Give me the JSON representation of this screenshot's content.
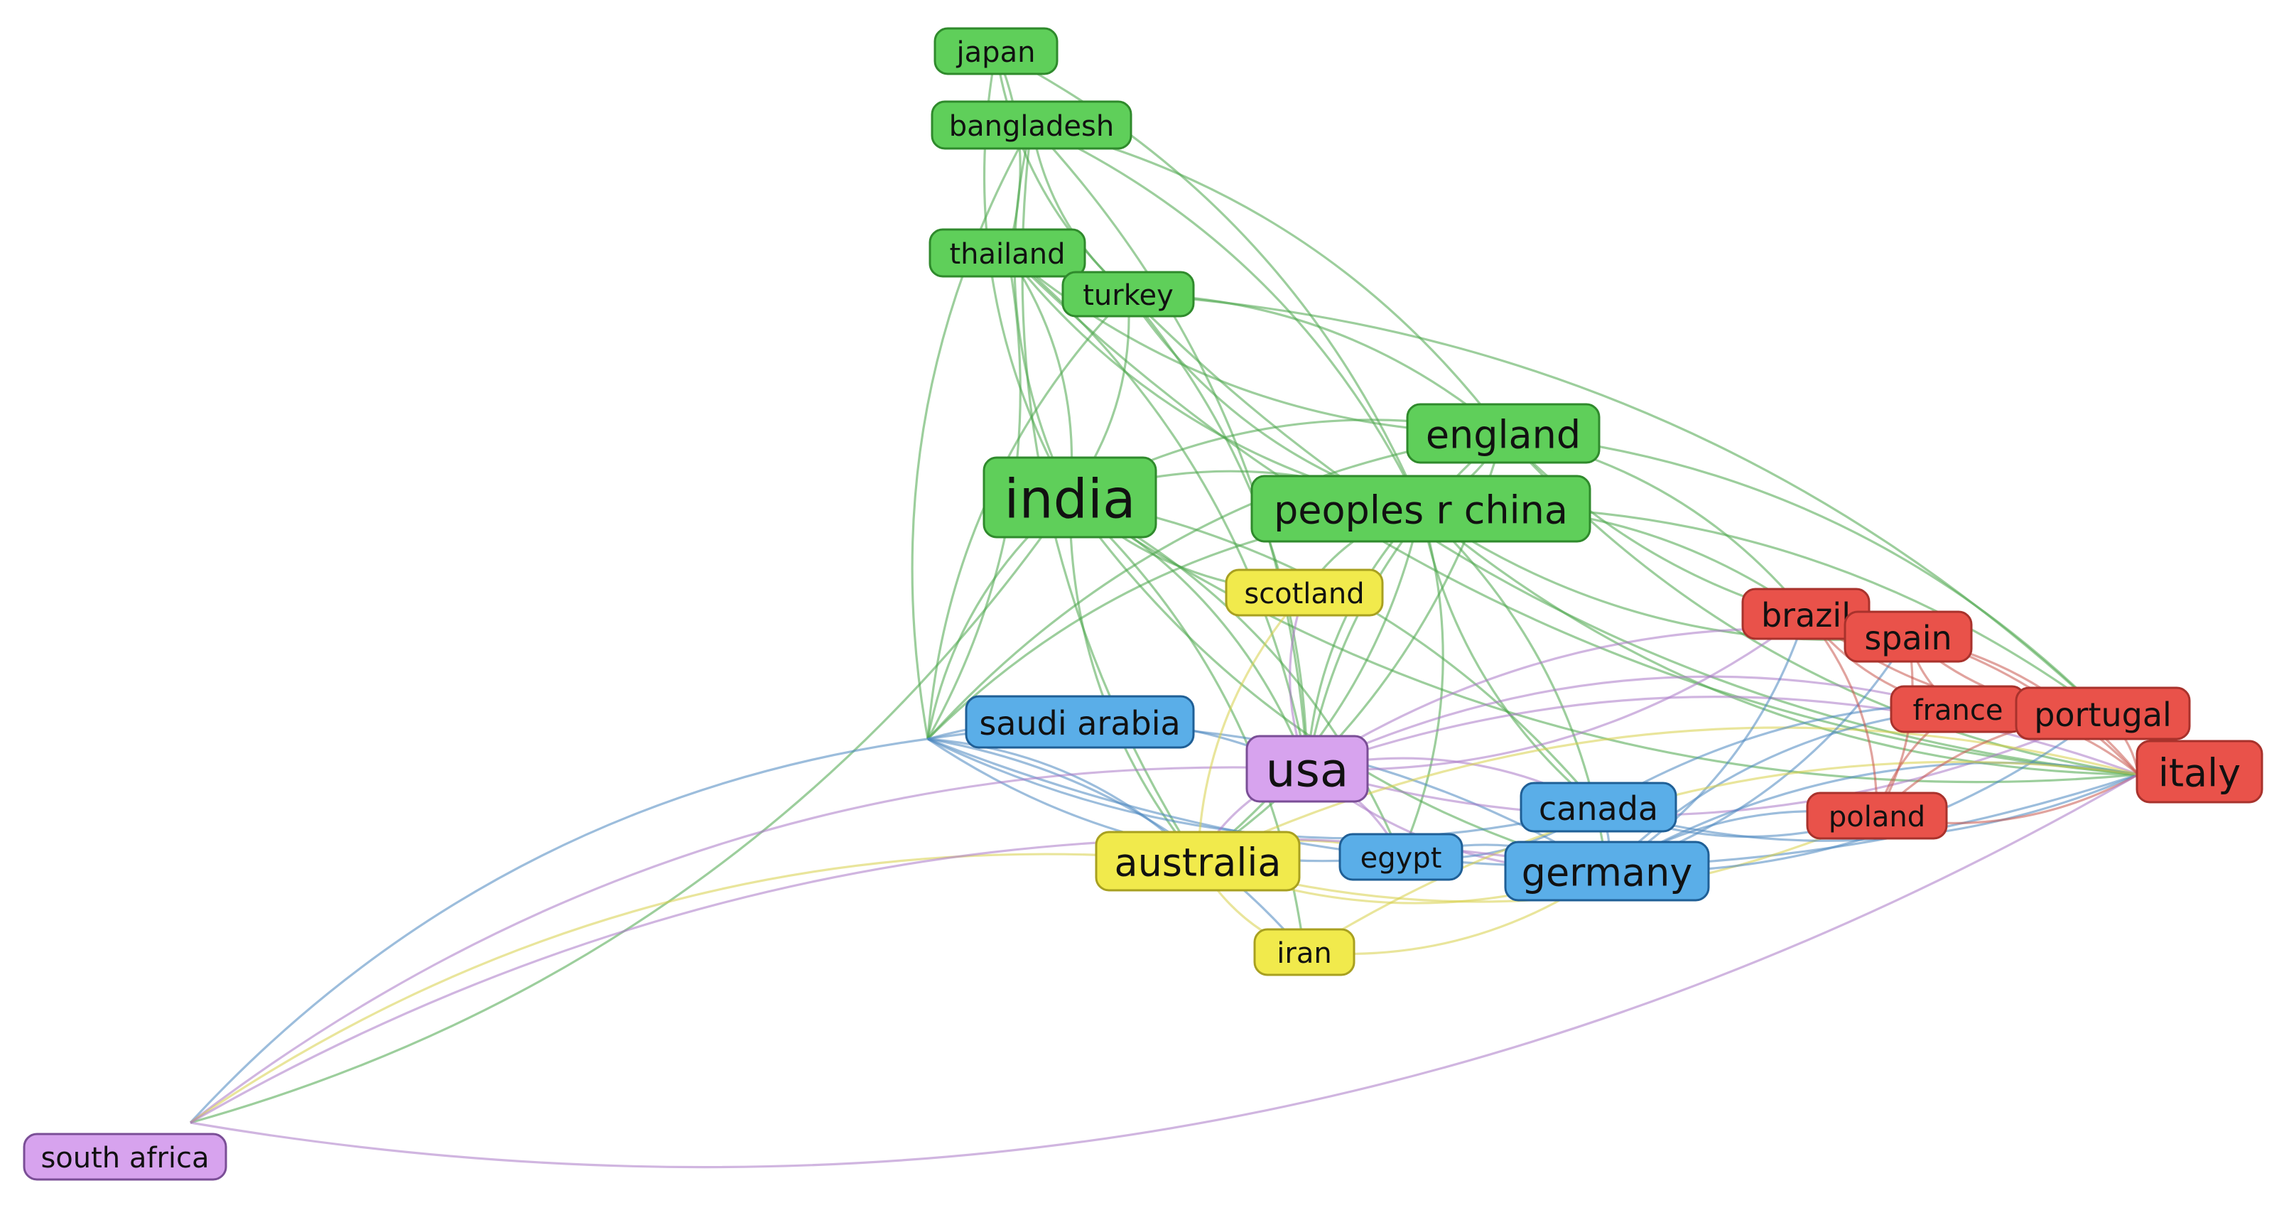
{
  "clusters": {
    "1": {
      "fill": "#e9524a",
      "stroke": "#a8322c",
      "edge": "#c9584f"
    },
    "2": {
      "fill": "#5fcf5a",
      "stroke": "#2f8a2c",
      "edge": "#4aa64a"
    },
    "3": {
      "fill": "#f1ea4c",
      "stroke": "#a8a020",
      "edge": "#d7cf48"
    },
    "4": {
      "fill": "#5aaee8",
      "stroke": "#1f5f96",
      "edge": "#4a86bf"
    },
    "5": {
      "fill": "#d7a3ee",
      "stroke": "#7a4e96",
      "edge": "#a978c6"
    }
  },
  "nodes": [
    {
      "id": "japan",
      "label": "japan",
      "cluster": "2",
      "weight": 1
    },
    {
      "id": "bangladesh",
      "label": "bangladesh",
      "cluster": "2",
      "weight": 1
    },
    {
      "id": "thailand",
      "label": "thailand",
      "cluster": "2",
      "weight": 1
    },
    {
      "id": "turkey",
      "label": "turkey",
      "cluster": "2",
      "weight": 1
    },
    {
      "id": "england",
      "label": "england",
      "cluster": "2",
      "weight": 3
    },
    {
      "id": "india",
      "label": "india",
      "cluster": "2",
      "weight": 5
    },
    {
      "id": "china",
      "label": "peoples r china",
      "cluster": "2",
      "weight": 3
    },
    {
      "id": "scotland",
      "label": "scotland",
      "cluster": "3",
      "weight": 1
    },
    {
      "id": "saudi",
      "label": "saudi arabia",
      "cluster": "4",
      "weight": 2
    },
    {
      "id": "usa",
      "label": "usa",
      "cluster": "5",
      "weight": 4
    },
    {
      "id": "australia",
      "label": "australia",
      "cluster": "3",
      "weight": 3
    },
    {
      "id": "egypt",
      "label": "egypt",
      "cluster": "4",
      "weight": 1
    },
    {
      "id": "canada",
      "label": "canada",
      "cluster": "4",
      "weight": 2
    },
    {
      "id": "germany",
      "label": "germany",
      "cluster": "4",
      "weight": 3
    },
    {
      "id": "iran",
      "label": "iran",
      "cluster": "3",
      "weight": 1
    },
    {
      "id": "brazil",
      "label": "brazil",
      "cluster": "1",
      "weight": 2
    },
    {
      "id": "spain",
      "label": "spain",
      "cluster": "1",
      "weight": 2
    },
    {
      "id": "france",
      "label": "france",
      "cluster": "1",
      "weight": 1
    },
    {
      "id": "portugal",
      "label": "portugal",
      "cluster": "1",
      "weight": 2
    },
    {
      "id": "italy",
      "label": "italy",
      "cluster": "1",
      "weight": 3
    },
    {
      "id": "poland",
      "label": "poland",
      "cluster": "1",
      "weight": 1
    },
    {
      "id": "south_africa",
      "label": "south africa",
      "cluster": "5",
      "weight": 1
    }
  ],
  "links": [
    [
      "japan",
      "india"
    ],
    [
      "japan",
      "china"
    ],
    [
      "japan",
      "turkey"
    ],
    [
      "japan",
      "thailand"
    ],
    [
      "bangladesh",
      "india"
    ],
    [
      "bangladesh",
      "china"
    ],
    [
      "bangladesh",
      "saudi"
    ],
    [
      "bangladesh",
      "england"
    ],
    [
      "bangladesh",
      "turkey"
    ],
    [
      "bangladesh",
      "usa"
    ],
    [
      "bangladesh",
      "australia"
    ],
    [
      "thailand",
      "india"
    ],
    [
      "thailand",
      "china"
    ],
    [
      "thailand",
      "usa"
    ],
    [
      "thailand",
      "england"
    ],
    [
      "thailand",
      "saudi"
    ],
    [
      "thailand",
      "italy"
    ],
    [
      "turkey",
      "india"
    ],
    [
      "turkey",
      "china"
    ],
    [
      "turkey",
      "england"
    ],
    [
      "turkey",
      "saudi"
    ],
    [
      "turkey",
      "portugal"
    ],
    [
      "turkey",
      "italy"
    ],
    [
      "turkey",
      "usa"
    ],
    [
      "england",
      "india"
    ],
    [
      "england",
      "china"
    ],
    [
      "england",
      "usa"
    ],
    [
      "england",
      "brazil"
    ],
    [
      "england",
      "italy"
    ],
    [
      "england",
      "portugal"
    ],
    [
      "england",
      "spain"
    ],
    [
      "england",
      "australia"
    ],
    [
      "england",
      "saudi"
    ],
    [
      "india",
      "china"
    ],
    [
      "india",
      "saudi"
    ],
    [
      "india",
      "usa"
    ],
    [
      "india",
      "australia"
    ],
    [
      "india",
      "canada"
    ],
    [
      "india",
      "germany"
    ],
    [
      "india",
      "egypt"
    ],
    [
      "india",
      "italy"
    ],
    [
      "india",
      "south_africa"
    ],
    [
      "india",
      "scotland"
    ],
    [
      "india",
      "iran"
    ],
    [
      "china",
      "usa"
    ],
    [
      "china",
      "australia"
    ],
    [
      "china",
      "canada"
    ],
    [
      "china",
      "germany"
    ],
    [
      "china",
      "italy"
    ],
    [
      "china",
      "portugal"
    ],
    [
      "china",
      "spain"
    ],
    [
      "china",
      "brazil"
    ],
    [
      "china",
      "saudi"
    ],
    [
      "china",
      "egypt"
    ],
    [
      "china",
      "scotland"
    ],
    [
      "saudi",
      "usa"
    ],
    [
      "saudi",
      "egypt"
    ],
    [
      "saudi",
      "germany"
    ],
    [
      "saudi",
      "canada"
    ],
    [
      "saudi",
      "australia"
    ],
    [
      "saudi",
      "south_africa"
    ],
    [
      "saudi",
      "iran"
    ],
    [
      "saudi",
      "italy"
    ],
    [
      "usa",
      "canada"
    ],
    [
      "usa",
      "germany"
    ],
    [
      "usa",
      "italy"
    ],
    [
      "usa",
      "brazil"
    ],
    [
      "usa",
      "spain"
    ],
    [
      "usa",
      "portugal"
    ],
    [
      "usa",
      "france"
    ],
    [
      "usa",
      "australia"
    ],
    [
      "usa",
      "egypt"
    ],
    [
      "usa",
      "south_africa"
    ],
    [
      "usa",
      "scotland"
    ],
    [
      "australia",
      "germany"
    ],
    [
      "australia",
      "italy"
    ],
    [
      "australia",
      "iran"
    ],
    [
      "australia",
      "egypt"
    ],
    [
      "australia",
      "south_africa"
    ],
    [
      "australia",
      "scotland"
    ],
    [
      "australia",
      "poland"
    ],
    [
      "egypt",
      "germany"
    ],
    [
      "egypt",
      "canada"
    ],
    [
      "canada",
      "germany"
    ],
    [
      "canada",
      "italy"
    ],
    [
      "canada",
      "portugal"
    ],
    [
      "canada",
      "poland"
    ],
    [
      "germany",
      "italy"
    ],
    [
      "germany",
      "portugal"
    ],
    [
      "germany",
      "poland"
    ],
    [
      "germany",
      "spain"
    ],
    [
      "germany",
      "france"
    ],
    [
      "germany",
      "brazil"
    ],
    [
      "iran",
      "italy"
    ],
    [
      "iran",
      "germany"
    ],
    [
      "brazil",
      "spain"
    ],
    [
      "brazil",
      "portugal"
    ],
    [
      "brazil",
      "italy"
    ],
    [
      "brazil",
      "france"
    ],
    [
      "brazil",
      "poland"
    ],
    [
      "spain",
      "portugal"
    ],
    [
      "spain",
      "italy"
    ],
    [
      "spain",
      "france"
    ],
    [
      "spain",
      "poland"
    ],
    [
      "france",
      "portugal"
    ],
    [
      "france",
      "italy"
    ],
    [
      "france",
      "poland"
    ],
    [
      "portugal",
      "italy"
    ],
    [
      "portugal",
      "poland"
    ],
    [
      "italy",
      "poland"
    ],
    [
      "south_africa",
      "italy"
    ],
    [
      "south_africa",
      "germany"
    ]
  ]
}
